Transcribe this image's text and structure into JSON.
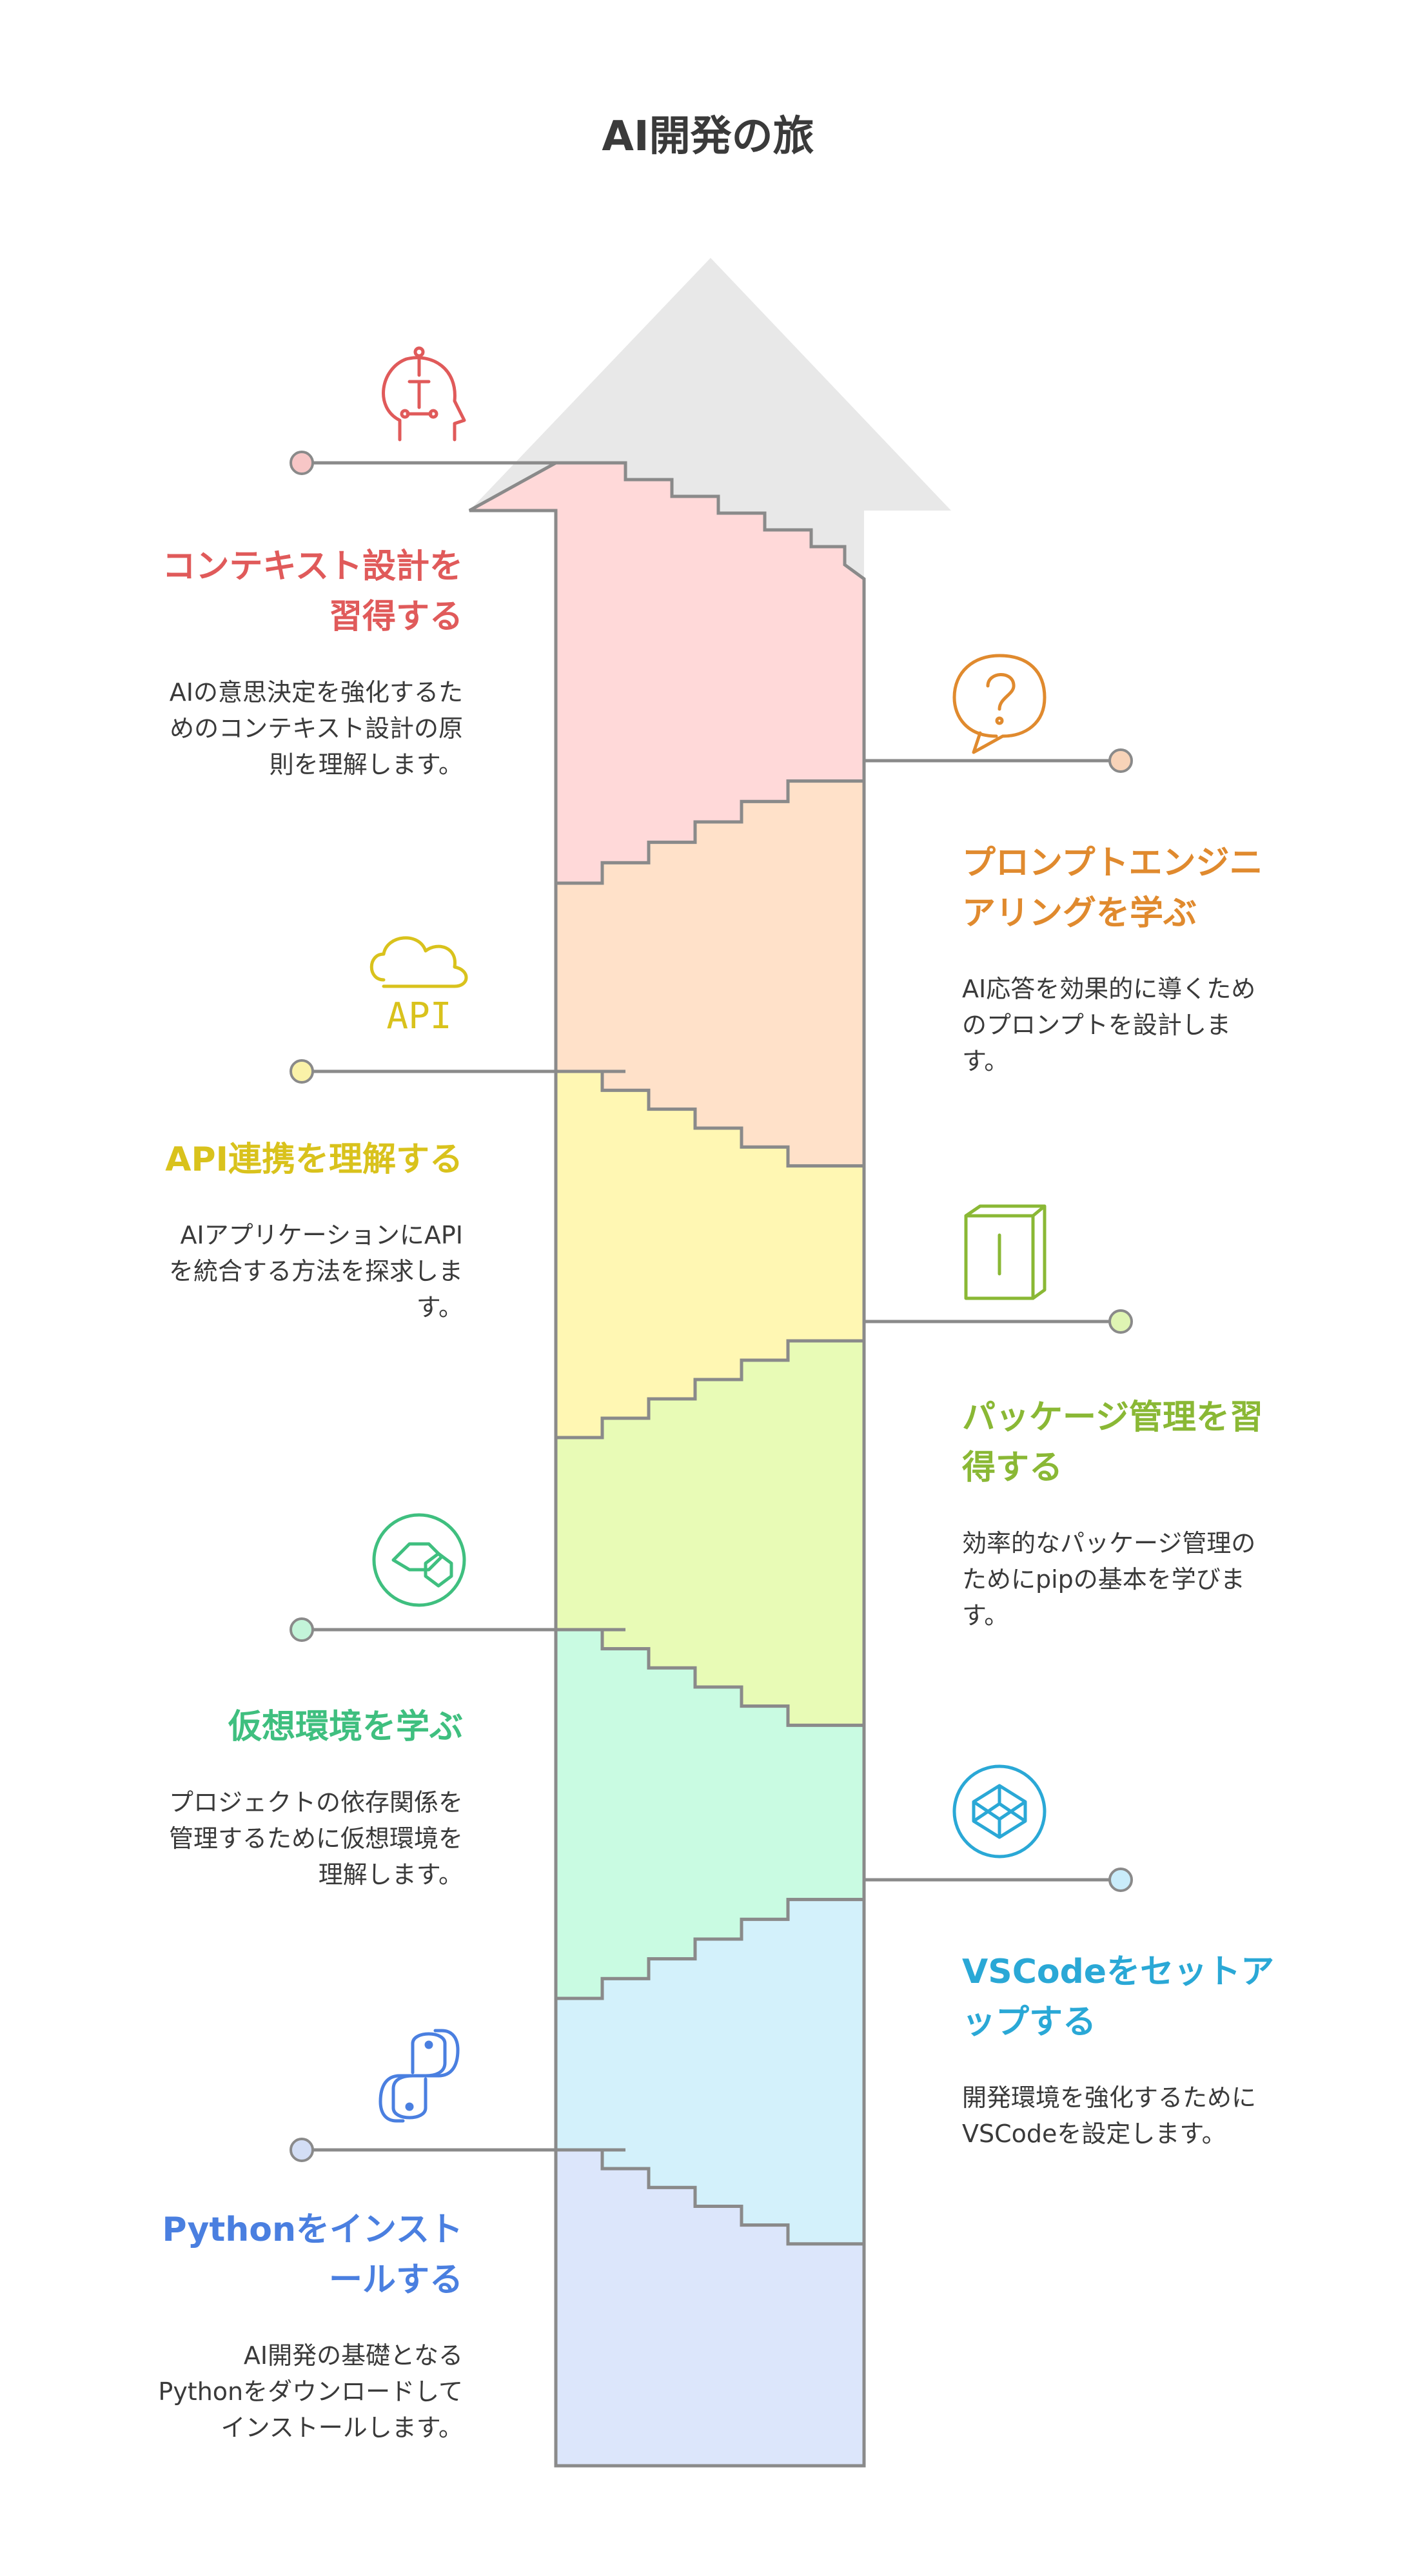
{
  "title": "AI開発の旅",
  "colors": {
    "arrow": "#e8e8e8",
    "outline": "#8a8a8a",
    "connector": "#8a8a8a"
  },
  "steps": [
    {
      "heading_lines": [
        "コンテキスト設計を",
        "習得する"
      ],
      "desc_lines": [
        "AIの意思決定を強化するた",
        "めのコンテキスト設計の原",
        "則を理解します。"
      ],
      "side": "left",
      "icon": "brain-circuit-icon",
      "accent": "#e05a5a",
      "fill": "#ffd9d9",
      "dot": "#f7c6c6"
    },
    {
      "heading_lines": [
        "プロンプトエンジニ",
        "アリングを学ぶ"
      ],
      "desc_lines": [
        "AI応答を効果的に導くため",
        "のプロンプトを設計しま",
        "す。"
      ],
      "side": "right",
      "icon": "question-bubble-icon",
      "accent": "#e08a2e",
      "fill": "#ffe1c9",
      "dot": "#f8d3b8"
    },
    {
      "heading_lines": [
        "API連携を理解する"
      ],
      "desc_lines": [
        "AIアプリケーションにAPI",
        "を統合する方法を探求しま",
        "す。"
      ],
      "side": "left",
      "icon": "api-cloud-icon",
      "accent": "#d9c21c",
      "fill": "#fff7b3",
      "dot": "#faf2a8"
    },
    {
      "heading_lines": [
        "パッケージ管理を習",
        "得する"
      ],
      "desc_lines": [
        "効率的なパッケージ管理の",
        "ためにpipの基本を学びま",
        "す。"
      ],
      "side": "right",
      "icon": "cabinet-icon",
      "accent": "#8ab835",
      "fill": "#e8fbb6",
      "dot": "#dff5b3"
    },
    {
      "heading_lines": [
        "仮想環境を学ぶ"
      ],
      "desc_lines": [
        "プロジェクトの依存関係を",
        "管理するために仮想環境を",
        "理解します。"
      ],
      "side": "left",
      "icon": "cubes-icon",
      "accent": "#3fbf7f",
      "fill": "#c9fbe2",
      "dot": "#c3f4d9"
    },
    {
      "heading_lines": [
        "VSCodeをセットア",
        "ップする"
      ],
      "desc_lines": [
        "開発環境を強化するために",
        "VSCodeを設定します。"
      ],
      "side": "right",
      "icon": "codepen-icon",
      "accent": "#2aa8d6",
      "fill": "#d3f1fb",
      "dot": "#c9ecfa"
    },
    {
      "heading_lines": [
        "Pythonをインスト",
        "ールする"
      ],
      "desc_lines": [
        "AI開発の基礎となる",
        "Pythonをダウンロードして",
        "インストールします。"
      ],
      "side": "left",
      "icon": "python-icon",
      "accent": "#4a7fe0",
      "fill": "#dce6fb",
      "dot": "#d3def5"
    }
  ]
}
